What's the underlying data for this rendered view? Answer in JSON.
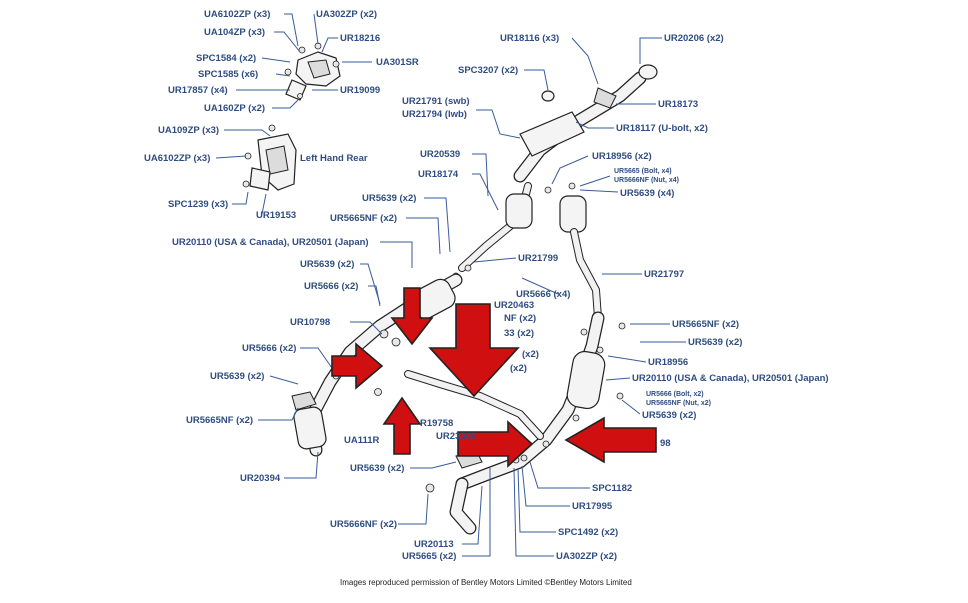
{
  "colors": {
    "label": "#2f4d82",
    "leader": "#3a5b99",
    "arrow": "#d01010",
    "background": "#ffffff"
  },
  "labels": {
    "ua6102zp_x3_top": "UA6102ZP (x3)",
    "ua302zp_x2_top": "UA302ZP (x2)",
    "ua104zp_x3": "UA104ZP (x3)",
    "ur18216": "UR18216",
    "spc1584_x2": "SPC1584 (x2)",
    "ua301sr": "UA301SR",
    "spc1585_x6": "SPC1585 (x6)",
    "ur17857_x4": "UR17857 (x4)",
    "ur19099": "UR19099",
    "ua160zp_x2": "UA160ZP (x2)",
    "ua109zp_x3": "UA109ZP (x3)",
    "ua6102zp_x3_mid": "UA6102ZP (x3)",
    "left_hand_rear": "Left Hand Rear",
    "spc1239_x3": "SPC1239 (x3)",
    "ur19153": "UR19153",
    "ur18116_x3": "UR18116 (x3)",
    "ur20206_x2": "UR20206 (x2)",
    "spc3207_x2": "SPC3207 (x2)",
    "ur18173": "UR18173",
    "ur21791_swb": "UR21791 (swb)",
    "ur21794_lwb": "UR21794 (lwb)",
    "ur18117_ubolt": "UR18117 (U-bolt, x2)",
    "ur20539": "UR20539",
    "ur18956_x2": "UR18956 (x2)",
    "ur5665_bolt_x4": "UR5665 (Bolt, x4)",
    "ur5666nf_nut_x4": "UR5666NF (Nut, x4)",
    "ur18174": "UR18174",
    "ur5639_x4": "UR5639 (x4)",
    "ur5639_x2_a": "UR5639 (x2)",
    "ur5665nf_x2_a": "UR5665NF (x2)",
    "ur20110_a": "UR20110 (USA & Canada), UR20501 (Japan)",
    "ur21799": "UR21799",
    "ur21797": "UR21797",
    "ur5639_x2_b": "UR5639 (x2)",
    "ur5666_x4": "UR5666 (x4)",
    "ur5666_x2_a": "UR5666 (x2)",
    "ur20463": "UR20463",
    "nf_x2_frag": "NF (x2)",
    "r33_x2_frag": "33 (x2)",
    "x2_frag_a": "(x2)",
    "x2_frag_b": "(x2)",
    "ur10798": "UR10798",
    "ur5665nf_x2_b": "UR5665NF (x2)",
    "ur5639_x2_c": "UR5639 (x2)",
    "ur5666_x2_b": "UR5666 (x2)",
    "ur18956": "UR18956",
    "ur5639_x2_d": "UR5639 (x2)",
    "ur20110_b": "UR20110 (USA & Canada), UR20501 (Japan)",
    "ur5666_bolt_x2": "UR5666 (Bolt, x2)",
    "ur5665nf_nut_x2": "UR5665NF (Nut, x2)",
    "ur5665nf_x2_c": "UR5665NF (x2)",
    "ur19758_frag": "R19758",
    "ur5639_x2_e": "UR5639 (x2)",
    "ua111r_frag": "UA111R",
    "ur23580_frag": "UR23580",
    "r98_frag": "98",
    "ur20394": "UR20394",
    "ur5639_x2_f": "UR5639 (x2)",
    "spc1182": "SPC1182",
    "ur17995": "UR17995",
    "ur5666nf_x2": "UR5666NF (x2)",
    "spc1492_x2": "SPC1492 (x2)",
    "ur20113": "UR20113",
    "ur5665_x2": "UR5665 (x2)",
    "ua302zp_x2_bottom": "UA302ZP (x2)"
  },
  "footer": {
    "credit": "Images reproduced permission of Bentley Motors Limited ©Bentley Motors Limited"
  }
}
